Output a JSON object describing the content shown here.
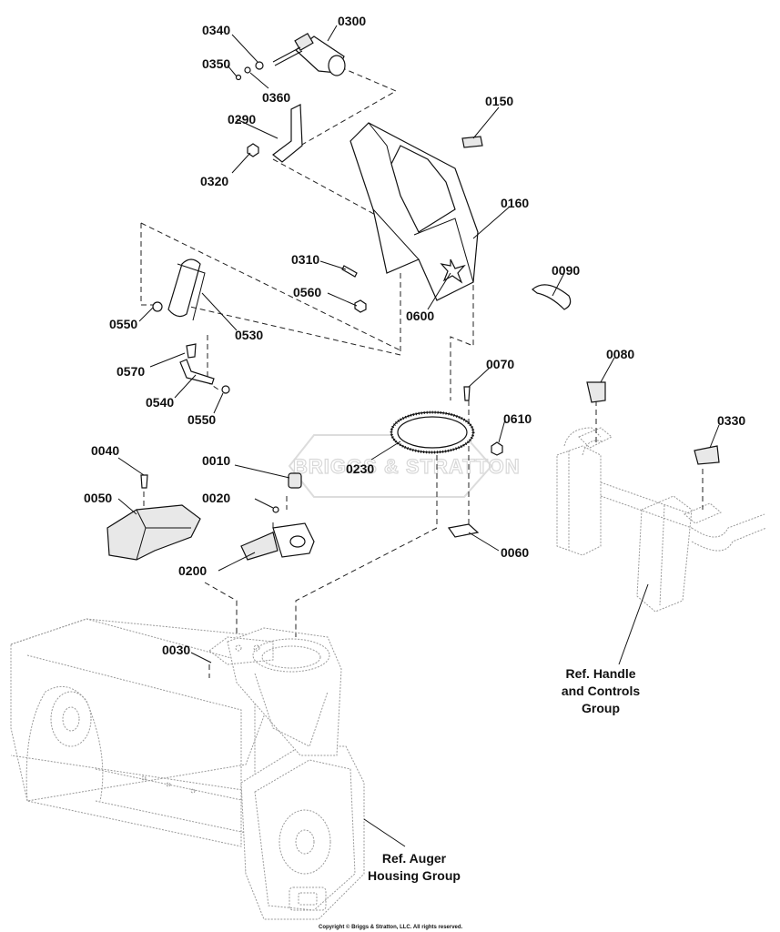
{
  "watermark": "BRIGGS & STRATTON",
  "copyright": "Copyright © Briggs & Stratton, LLC. All rights reserved.",
  "callouts": {
    "p0300": "0300",
    "p0340": "0340",
    "p0350": "0350",
    "p0360": "0360",
    "p0290": "0290",
    "p0320": "0320",
    "p0150": "0150",
    "p0160": "0160",
    "p0310": "0310",
    "p0560": "0560",
    "p0600": "0600",
    "p0090": "0090",
    "p0550a": "0550",
    "p0530": "0530",
    "p0570": "0570",
    "p0540": "0540",
    "p0550b": "0550",
    "p0070": "0070",
    "p0610": "0610",
    "p0230": "0230",
    "p0080": "0080",
    "p0330": "0330",
    "p0040": "0040",
    "p0050": "0050",
    "p0010": "0010",
    "p0020": "0020",
    "p0200": "0200",
    "p0060": "0060",
    "p0030": "0030"
  },
  "references": {
    "handle": [
      "Ref. Handle",
      "and Controls",
      "Group"
    ],
    "auger": [
      "Ref. Auger",
      "Housing Group"
    ]
  }
}
